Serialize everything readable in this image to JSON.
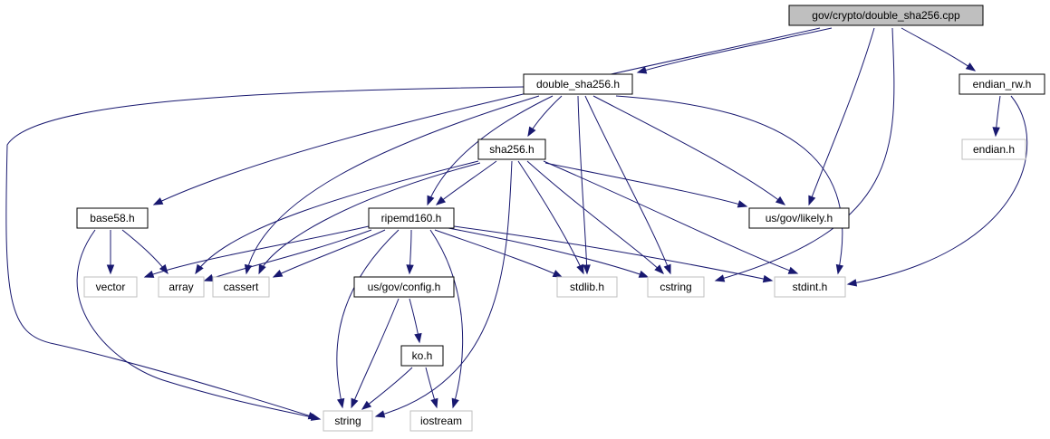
{
  "colors": {
    "edge": "#191970",
    "node_border": "#000000",
    "external_border": "#bfbfbf",
    "root_fill": "#bfbfbf",
    "node_fill": "#ffffff"
  },
  "nodes": [
    {
      "id": "root",
      "label": "gov/crypto/double_sha256.cpp",
      "kind": "root"
    },
    {
      "id": "double_sha256_h",
      "label": "double_sha256.h",
      "kind": "file"
    },
    {
      "id": "endian_rw_h",
      "label": "endian_rw.h",
      "kind": "file"
    },
    {
      "id": "endian_h",
      "label": "endian.h",
      "kind": "external"
    },
    {
      "id": "sha256_h",
      "label": "sha256.h",
      "kind": "file"
    },
    {
      "id": "base58_h",
      "label": "base58.h",
      "kind": "file"
    },
    {
      "id": "ripemd160_h",
      "label": "ripemd160.h",
      "kind": "file"
    },
    {
      "id": "likely_h",
      "label": "us/gov/likely.h",
      "kind": "file"
    },
    {
      "id": "vector",
      "label": "vector",
      "kind": "external"
    },
    {
      "id": "array",
      "label": "array",
      "kind": "external"
    },
    {
      "id": "cassert",
      "label": "cassert",
      "kind": "external"
    },
    {
      "id": "config_h",
      "label": "us/gov/config.h",
      "kind": "file"
    },
    {
      "id": "stdlib_h",
      "label": "stdlib.h",
      "kind": "external"
    },
    {
      "id": "cstring",
      "label": "cstring",
      "kind": "external"
    },
    {
      "id": "stdint_h",
      "label": "stdint.h",
      "kind": "external"
    },
    {
      "id": "ko_h",
      "label": "ko.h",
      "kind": "file"
    },
    {
      "id": "string",
      "label": "string",
      "kind": "external"
    },
    {
      "id": "iostream",
      "label": "iostream",
      "kind": "external"
    }
  ],
  "edges": [
    [
      "root",
      "double_sha256_h"
    ],
    [
      "root",
      "base58_h"
    ],
    [
      "root",
      "likely_h"
    ],
    [
      "root",
      "cstring"
    ],
    [
      "root",
      "endian_rw_h"
    ],
    [
      "double_sha256_h",
      "string"
    ],
    [
      "double_sha256_h",
      "sha256_h"
    ],
    [
      "double_sha256_h",
      "ripemd160_h"
    ],
    [
      "double_sha256_h",
      "cassert"
    ],
    [
      "double_sha256_h",
      "stdlib_h"
    ],
    [
      "double_sha256_h",
      "cstring"
    ],
    [
      "double_sha256_h",
      "likely_h"
    ],
    [
      "double_sha256_h",
      "stdint_h"
    ],
    [
      "endian_rw_h",
      "endian_h"
    ],
    [
      "endian_rw_h",
      "stdint_h"
    ],
    [
      "sha256_h",
      "ripemd160_h"
    ],
    [
      "sha256_h",
      "array"
    ],
    [
      "sha256_h",
      "cassert"
    ],
    [
      "sha256_h",
      "string"
    ],
    [
      "sha256_h",
      "stdlib_h"
    ],
    [
      "sha256_h",
      "cstring"
    ],
    [
      "sha256_h",
      "stdint_h"
    ],
    [
      "sha256_h",
      "likely_h"
    ],
    [
      "base58_h",
      "vector"
    ],
    [
      "base58_h",
      "array"
    ],
    [
      "base58_h",
      "string"
    ],
    [
      "ripemd160_h",
      "vector"
    ],
    [
      "ripemd160_h",
      "array"
    ],
    [
      "ripemd160_h",
      "cassert"
    ],
    [
      "ripemd160_h",
      "config_h"
    ],
    [
      "ripemd160_h",
      "string"
    ],
    [
      "ripemd160_h",
      "iostream"
    ],
    [
      "ripemd160_h",
      "stdlib_h"
    ],
    [
      "ripemd160_h",
      "cstring"
    ],
    [
      "ripemd160_h",
      "stdint_h"
    ],
    [
      "config_h",
      "ko_h"
    ],
    [
      "config_h",
      "string"
    ],
    [
      "ko_h",
      "string"
    ],
    [
      "ko_h",
      "iostream"
    ]
  ]
}
